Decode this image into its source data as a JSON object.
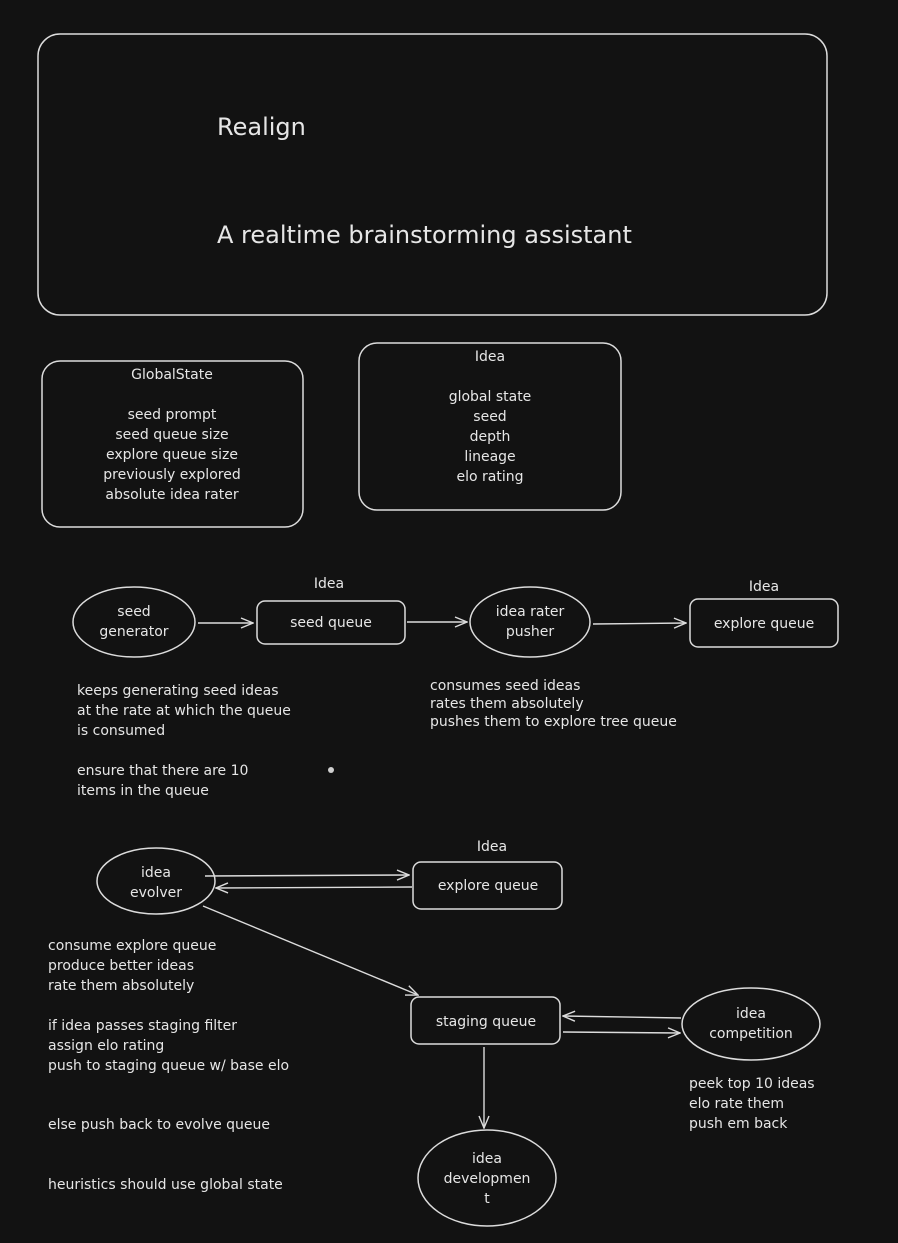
{
  "header": {
    "title": "Realign",
    "subtitle": "A realtime brainstorming assistant"
  },
  "global_state_box": {
    "title": "GlobalState",
    "fields": [
      "seed prompt",
      "seed queue size",
      "explore queue size",
      "previously explored",
      "absolute idea rater"
    ]
  },
  "idea_box": {
    "title": "Idea",
    "fields": [
      "global state",
      "seed",
      "depth",
      "lineage",
      "elo rating"
    ]
  },
  "pipeline1": {
    "seed_generator": [
      "seed",
      "generator"
    ],
    "seed_queue_type": "Idea",
    "seed_queue": "seed queue",
    "idea_rater_pusher": [
      "idea rater",
      "pusher"
    ],
    "explore_queue_type": "Idea",
    "explore_queue": "explore queue",
    "generator_notes": [
      "keeps generating seed ideas",
      "at the rate at which the queue",
      "is consumed",
      "",
      "ensure that there are 10",
      "items in the queue"
    ],
    "rater_notes": [
      "consumes seed ideas",
      "rates them absolutely",
      "pushes them to explore tree queue"
    ]
  },
  "pipeline2": {
    "idea_evolver": [
      "idea",
      "evolver"
    ],
    "explore_queue_type": "Idea",
    "explore_queue": "explore queue",
    "staging_queue": "staging queue",
    "idea_competition": [
      "idea",
      "competition"
    ],
    "idea_development": [
      "idea",
      "developmen",
      "t"
    ],
    "evolver_notes": [
      "consume explore queue",
      "produce better ideas",
      "rate them absolutely",
      "",
      "if idea passes staging filter",
      "assign elo rating",
      "push to staging queue w/ base elo",
      "",
      "",
      "else push back to evolve queue",
      "",
      "",
      "heuristics should use global state"
    ],
    "competition_notes": [
      "peek top 10 ideas",
      "elo rate them",
      "push em back"
    ]
  }
}
